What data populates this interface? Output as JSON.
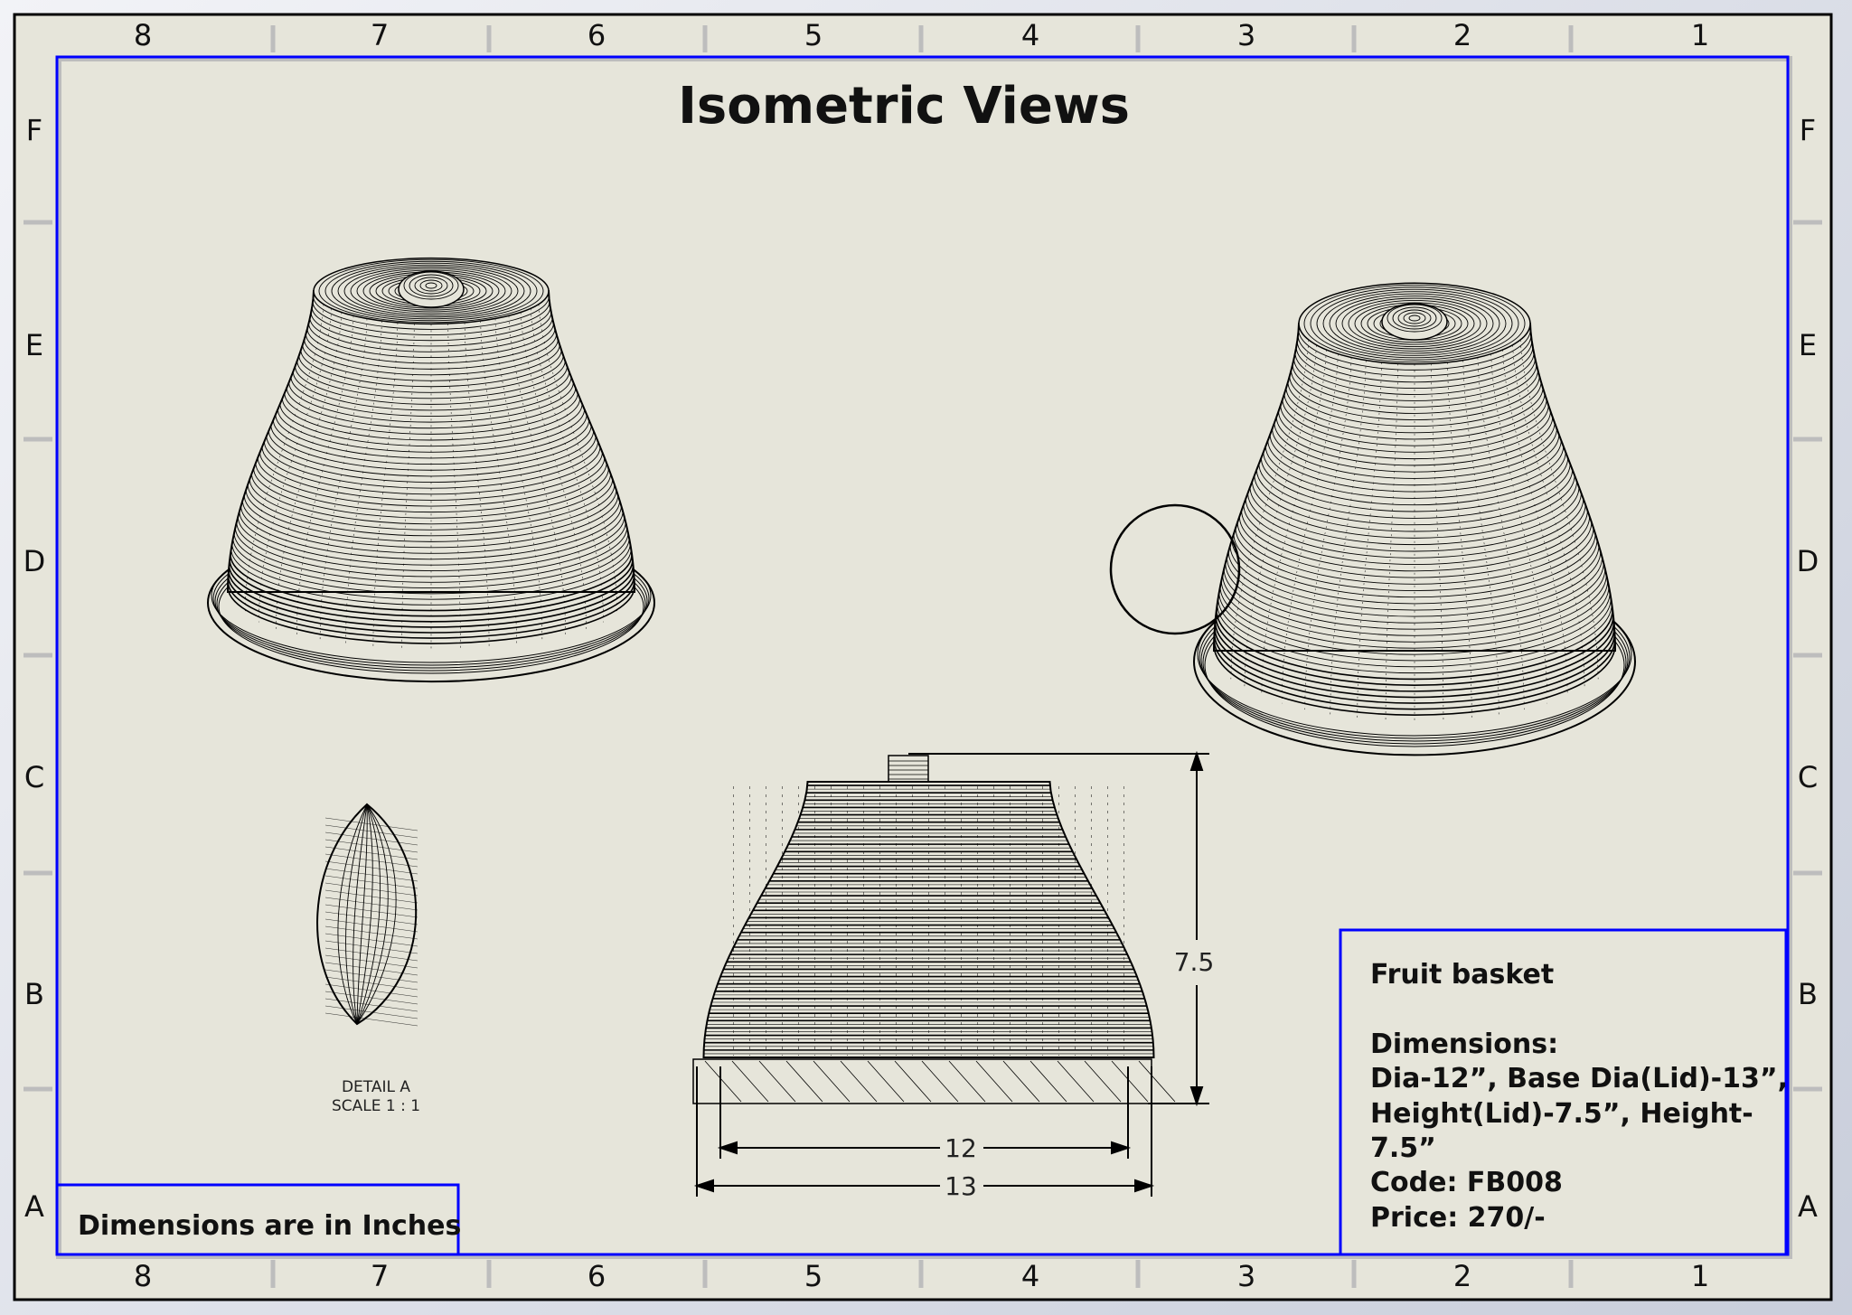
{
  "sheet": {
    "title": "Isometric Views",
    "zone_columns": [
      "8",
      "7",
      "6",
      "5",
      "4",
      "3",
      "2",
      "1"
    ],
    "zone_rows": [
      "F",
      "E",
      "D",
      "C",
      "B",
      "A"
    ],
    "units_note": "Dimensions are in Inches",
    "border_color": "#0000ff",
    "paper_color": "#e6e5da"
  },
  "detail": {
    "label": "DETAIL A",
    "scale": "SCALE 1 : 1"
  },
  "dimensions": {
    "height": "7.5",
    "dia": "12",
    "base_dia": "13"
  },
  "info": {
    "product": "Fruit basket",
    "dims_heading": "Dimensions:",
    "lines": [
      "Dia-12”, Base Dia(Lid)-13”,",
      "Height(Lid)-7.5”, Height-",
      "7.5”"
    ],
    "code": "Code: FB008",
    "price": "Price: 270/-"
  }
}
